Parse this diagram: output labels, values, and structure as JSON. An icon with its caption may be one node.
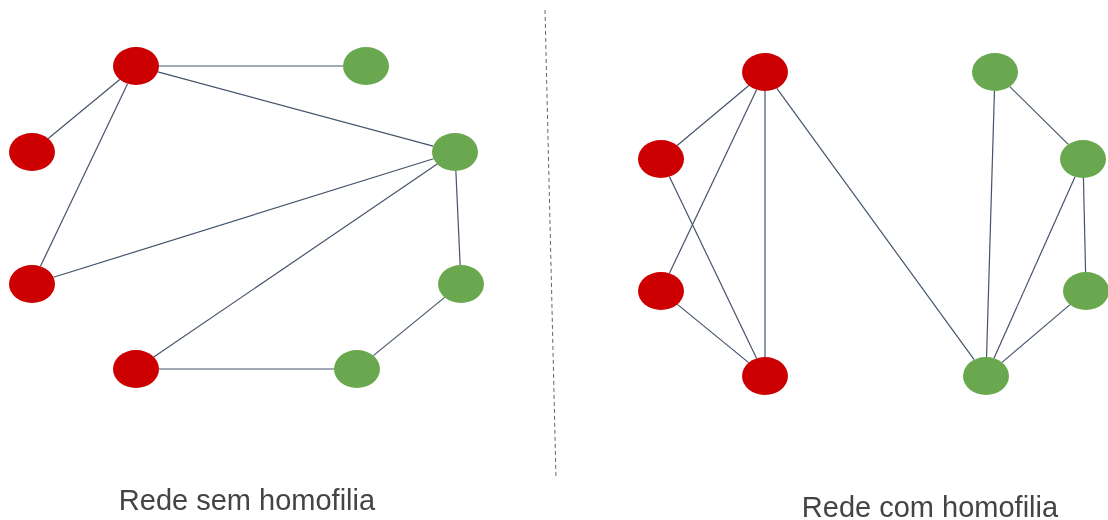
{
  "diagram": {
    "nodes": [
      {
        "text": [],
        "shape": "circle"
      },
      {
        "text": [],
        "shape": "circle"
      },
      {
        "text": [],
        "shape": "circle"
      },
      {
        "text": [],
        "shape": "circle"
      },
      {
        "text": [],
        "shape": "circle"
      },
      {
        "text": [],
        "shape": "circle"
      },
      {
        "text": [],
        "shape": "circle"
      },
      {
        "text": [],
        "shape": "circle"
      },
      {
        "text": [],
        "shape": "circle"
      },
      {
        "text": [],
        "shape": "circle"
      },
      {
        "text": [],
        "shape": "circle"
      },
      {
        "text": [],
        "shape": "circle"
      },
      {
        "text": [],
        "shape": "circle"
      },
      {
        "text": [],
        "shape": "circle"
      },
      {
        "text": [],
        "shape": "circle"
      },
      {
        "text": [],
        "shape": "circle"
      }
    ],
    "edges": [
      {
        "from": 0,
        "to": 1,
        "arrow": "none"
      },
      {
        "from": 0,
        "to": 2,
        "arrow": "none"
      },
      {
        "from": 0,
        "to": 4,
        "arrow": "none"
      },
      {
        "from": 0,
        "to": 3,
        "arrow": "none"
      },
      {
        "from": 4,
        "to": 3,
        "arrow": "none"
      },
      {
        "from": 6,
        "to": 3,
        "arrow": "none"
      },
      {
        "from": 3,
        "to": 5,
        "arrow": "none"
      },
      {
        "from": 5,
        "to": 7,
        "arrow": "none"
      },
      {
        "from": 6,
        "to": 7,
        "arrow": "none"
      },
      {
        "from": 8,
        "to": 10,
        "arrow": "none"
      },
      {
        "from": 8,
        "to": 12,
        "arrow": "none"
      },
      {
        "from": 8,
        "to": 14,
        "arrow": "none"
      },
      {
        "from": 8,
        "to": 15,
        "arrow": "none"
      },
      {
        "from": 10,
        "to": 14,
        "arrow": "none"
      },
      {
        "from": 12,
        "to": 14,
        "arrow": "none"
      },
      {
        "from": 9,
        "to": 11,
        "arrow": "none"
      },
      {
        "from": 9,
        "to": 15,
        "arrow": "none"
      },
      {
        "from": 11,
        "to": 15,
        "arrow": "none"
      },
      {
        "from": 11,
        "to": 13,
        "arrow": "none"
      },
      {
        "from": 13,
        "to": 15,
        "arrow": "none"
      }
    ],
    "labels": [
      "Rede sem homofilia",
      "Rede com homofilia"
    ]
  }
}
